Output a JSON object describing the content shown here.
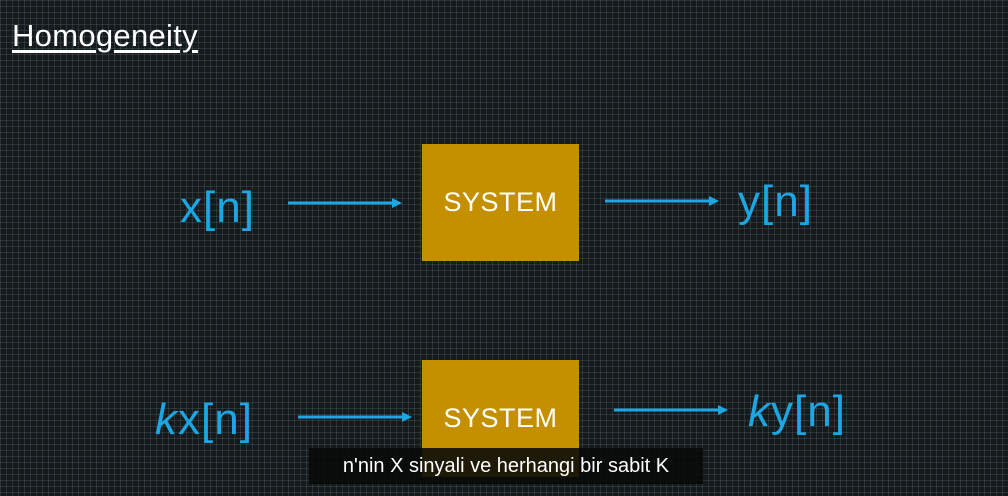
{
  "title": "Homogeneity",
  "row1": {
    "input": "x[n]",
    "system": "SYSTEM",
    "output": "y[n]"
  },
  "row2": {
    "input_scale": "k",
    "input_signal": "x[n]",
    "system": "SYSTEM",
    "output_scale": "k",
    "output_signal": "y[n]"
  },
  "caption": "n'nin X sinyali ve herhangi bir sabit K",
  "colors": {
    "signal": "#1da6e4",
    "system_box": "#c49000",
    "background": "#151b1d"
  }
}
